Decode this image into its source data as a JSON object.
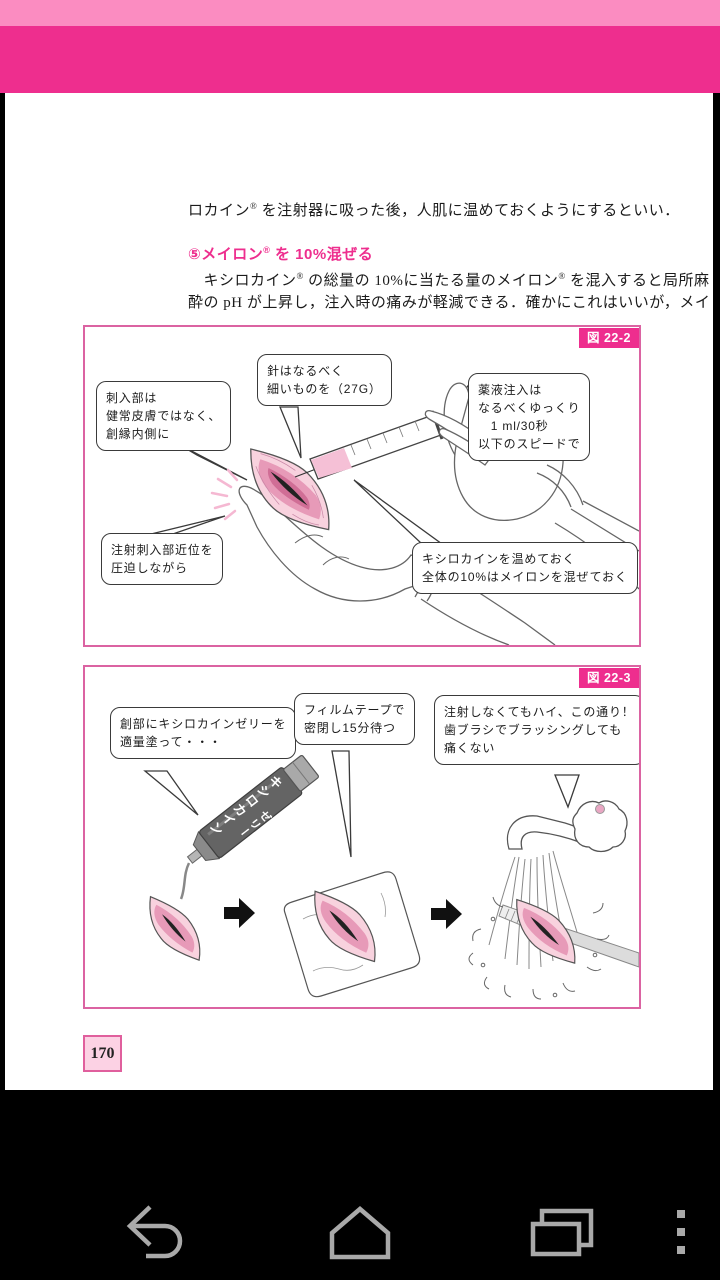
{
  "content": {
    "intro_line": {
      "t0": "ロカイン",
      "r0": "®",
      "t1": " を注射器に吸った後，人肌に温めておくようにするといい．"
    },
    "heading": {
      "t0": "⑤メイロン",
      "r0": "®",
      "t1": " を 10%混ぜる"
    },
    "body_line1": {
      "t0": "　キシロカイン",
      "r0": "®",
      "t1": " の総量の 10%に当たる量のメイロン",
      "r1": "®",
      "t2": " を混入すると局所麻"
    },
    "body_line2": "酔の pH が上昇し，注入時の痛みが軽減できる．確かにこれはいいが，メイ",
    "page_number": "170"
  },
  "figure_22_2": {
    "badge": "図 22-2",
    "bubbles": {
      "needle": [
        "針はなるべく",
        "細いものを（27G）"
      ],
      "site": [
        "刺入部は",
        "健常皮膚ではなく、",
        "創縁内側に"
      ],
      "speed": [
        "薬液注入は",
        "なるべくゆっくり",
        "　1 ml/30秒",
        "以下のスピードで"
      ],
      "press": [
        "注射刺入部近位を",
        "圧迫しながら"
      ],
      "prep": [
        "キシロカインを温めておく",
        "全体の10%はメイロンを混ぜておく"
      ]
    }
  },
  "figure_22_3": {
    "badge": "図 22-3",
    "bubbles": {
      "jelly": [
        "創部にキシロカインゼリーを",
        "適量塗って・・・"
      ],
      "film": [
        "フィルムテープで",
        "密閉し15分待つ"
      ],
      "result": [
        "注射しなくてもハイ、この通り！",
        "歯ブラシでブラッシングしても",
        "痛くない"
      ]
    },
    "tube_label": {
      "main": "キシロカイン",
      "sub": "ゼリー"
    }
  },
  "navbar": {
    "back_icon": "back-arrow",
    "home_icon": "home",
    "recents_icon": "recent-apps",
    "menu_icon": "overflow-menu"
  },
  "colors": {
    "accent_pink": "#ee2e8e",
    "figure_border": "#db63a2",
    "status_strip": "#fb8cc1",
    "status_band": "#ee2e8e",
    "page_bg": "#ffffff",
    "app_bg": "#000000",
    "pagenum_bg": "#fcd2e4",
    "pagenum_border": "#e05f9d",
    "nav_icon": "#a9a9a9"
  }
}
